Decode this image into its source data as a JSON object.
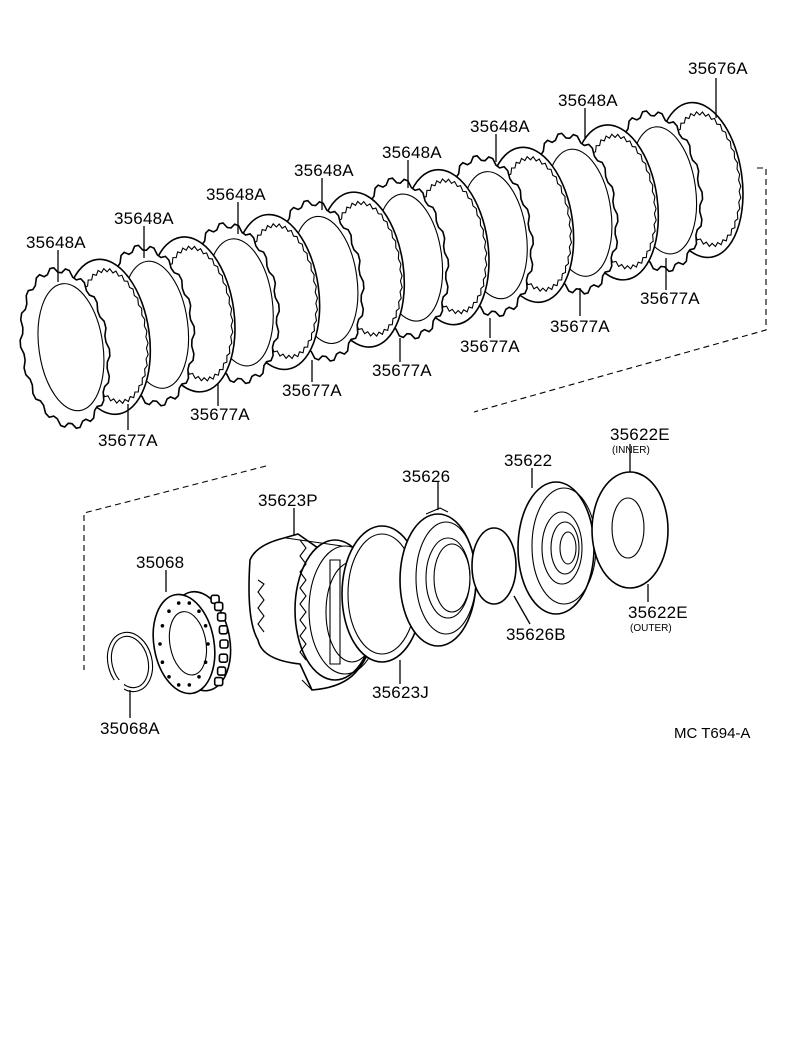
{
  "diagram_ref": "MC T694-A",
  "labels": {
    "p35676A": "35676A",
    "p35648A_1": "35648A",
    "p35648A_2": "35648A",
    "p35648A_3": "35648A",
    "p35648A_4": "35648A",
    "p35648A_5": "35648A",
    "p35648A_6": "35648A",
    "p35648A_7": "35648A",
    "p35677A_1": "35677A",
    "p35677A_2": "35677A",
    "p35677A_3": "35677A",
    "p35677A_4": "35677A",
    "p35677A_5": "35677A",
    "p35677A_6": "35677A",
    "p35622E_inner": "35622E",
    "inner_note": "(INNER)",
    "p35622E_outer": "35622E",
    "outer_note": "(OUTER)",
    "p35622": "35622",
    "p35626": "35626",
    "p35626B": "35626B",
    "p35623P": "35623P",
    "p35623J": "35623J",
    "p35068": "35068",
    "p35068A": "35068A"
  }
}
